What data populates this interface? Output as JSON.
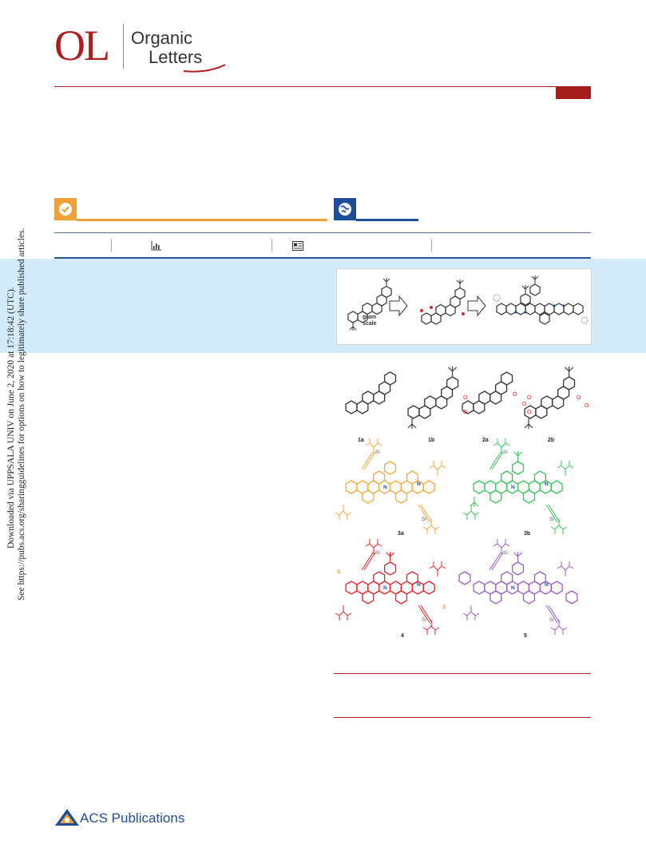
{
  "header": {
    "logo_text": "OL",
    "journal_line1": "Organic",
    "journal_line2": "Letters"
  },
  "colors": {
    "brand_red": "#b01c1c",
    "badge_orange": "#f1a13a",
    "badge_blue": "#1e4e9a",
    "abstract_band": "#d4ecf9",
    "series_3a": "#f4a93a",
    "series_3b": "#35c45a",
    "series_4": "#e0242a",
    "series_5": "#9a5cc4"
  },
  "badges": {
    "left_icon": "check-circle-icon",
    "right_icon": "globe-icon"
  },
  "metrics": {
    "icons": [
      "bar-chart-icon",
      "article-icon"
    ]
  },
  "toc": {
    "scale_label_1": "gram",
    "scale_label_2": "scale"
  },
  "figure": {
    "compounds": [
      "1a",
      "1b",
      "2a",
      "2b",
      "3a",
      "3b",
      "4",
      "5"
    ],
    "atom_labels": {
      "oxygen": "O",
      "nitrogen": "N",
      "silicon": "Si",
      "sulfur": "S"
    }
  },
  "side_note": {
    "line1": "Downloaded via UPPSALA UNIV on June 2, 2020 at 17:18:42 (UTC).",
    "line2": "See https://pubs.acs.org/sharingguidelines for options on how to legitimately share published articles."
  },
  "footer": {
    "publisher": "ACS Publications"
  }
}
